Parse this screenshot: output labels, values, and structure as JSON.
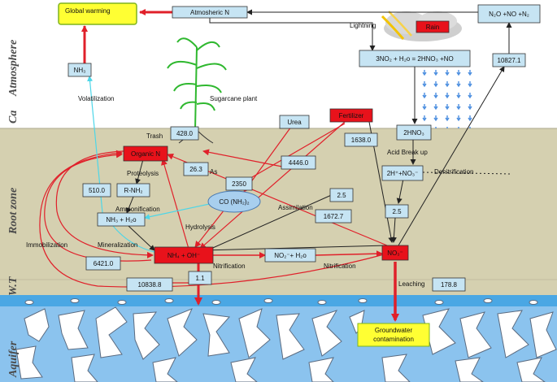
{
  "zones": {
    "atmosphere": "Atmosphere",
    "ca": "Ca",
    "root_zone": "Root zone",
    "wt": "W.T",
    "aquifer": "Aquifer"
  },
  "boxes": {
    "global_warming": "Global warming",
    "atmospheric_n": "Atmosheric N",
    "rain": "Rain",
    "n2o_no_n2": "N₂O +NO +N₂",
    "lightning_eq": "3NO₂ + H₂o = 2HNO₃ +NO",
    "v10827": "10827.1",
    "nh3": "NH₃",
    "urea": "Urea",
    "fertilizer": "Fertilizer",
    "v1638": "1638.0",
    "hno3": "2HNO₃",
    "h_no3": "2H⁺+NO₃⁻",
    "v428": "428.0",
    "organic_n": "Organic N",
    "v26_3": "26.3",
    "v2350": "2350",
    "v4446": "4446.0",
    "v510": "510.0",
    "rnh2": "R-NH₂",
    "nh3_h2o": "NH₃ + H₂o",
    "co_nh2": "CO (NH₂)₂",
    "v2_5a": "2.5",
    "v2_5b": "2.5",
    "v1672": "1672.7",
    "v6421": "6421.0",
    "nh4_oh": "NH₄ + OH⁻",
    "no2_h2o": "NO₂⁻+ H₂o",
    "no3": "NO₃⁻",
    "v1_1": "1.1",
    "v10838": "10838.8",
    "v178": "178.8",
    "groundwater": "Groundwater contamination"
  },
  "labels": {
    "lightning": "Lightning",
    "volatilization": "Volatilization",
    "sugarcane": "Sugarcane plant",
    "trash": "Trash",
    "proteolysis": "Proteolysis",
    "ammonification": "Ammonification",
    "assimilation_a": "As",
    "assimilation": "Assimilation",
    "acid_breakup": "Acid Break up",
    "denitrification": "Denitrification",
    "hydrolysis": "Hydrolysis",
    "immobilization": "Immobilization",
    "mineralization": "Mineralization",
    "nitrification1": "Nitrification",
    "nitrification2": "Nitrification",
    "leaching": "Leaching"
  },
  "colors": {
    "root_zone_bg": "#d5d0b0",
    "box_fill": "#c6e4f3",
    "box_red": "#e8121b",
    "box_yellow": "#ffff33",
    "arrow_red": "#e0202a",
    "arrow_black": "#222222",
    "arrow_cyan": "#4dd6e8",
    "aquifer_blue": "#8bc3ee"
  }
}
